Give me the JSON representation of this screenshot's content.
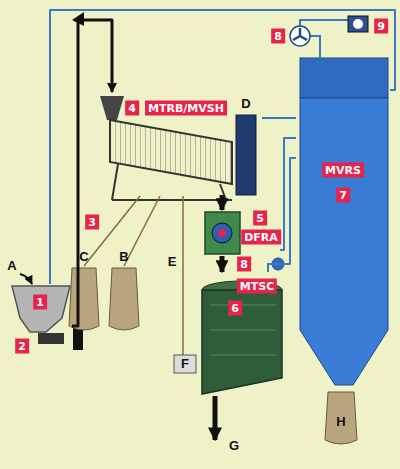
{
  "diagram": {
    "nodes": [
      {
        "text": [
          "1"
        ]
      },
      {
        "text": [
          "4",
          "MTRB/MVSH"
        ]
      },
      {
        "text": [
          "5",
          "DFRA"
        ]
      },
      {
        "text": [
          "MTSC",
          "6"
        ]
      },
      {
        "text": [
          "MVRS",
          "7"
        ]
      }
    ],
    "edges": [
      {
        "from": 0,
        "to": 1,
        "arrow": "to"
      },
      {
        "from": 1,
        "to": 2,
        "arrow": "to"
      },
      {
        "from": 2,
        "to": 3,
        "arrow": "to"
      },
      {
        "from": 0,
        "to": 4,
        "arrow": "none"
      },
      {
        "from": 1,
        "to": 4,
        "arrow": "none"
      },
      {
        "from": 2,
        "to": 4,
        "arrow": "none"
      },
      {
        "from": 3,
        "to": 4,
        "arrow": "none"
      }
    ],
    "labels": [
      "D",
      "8",
      "9",
      "3",
      "C",
      "B",
      "E",
      "8",
      "F",
      "A",
      "2",
      "G",
      "H"
    ]
  }
}
